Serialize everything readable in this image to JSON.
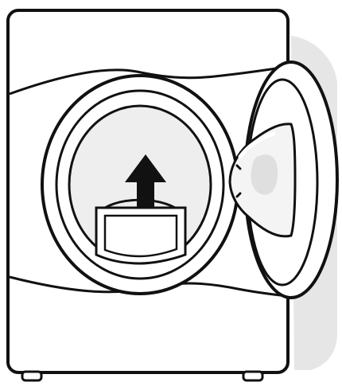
{
  "illustration": {
    "colors": {
      "outline": "#111111",
      "fill": "#ffffff",
      "drum_fill": "#eeeeee",
      "door_glass": "#f4f4f4",
      "door_glass_shade": "#d9d9d9",
      "shadow": "#c8c8c8"
    },
    "icons": [
      "washer-body",
      "open-door",
      "drum-opening",
      "filter-cover",
      "arrow-up-icon"
    ]
  }
}
